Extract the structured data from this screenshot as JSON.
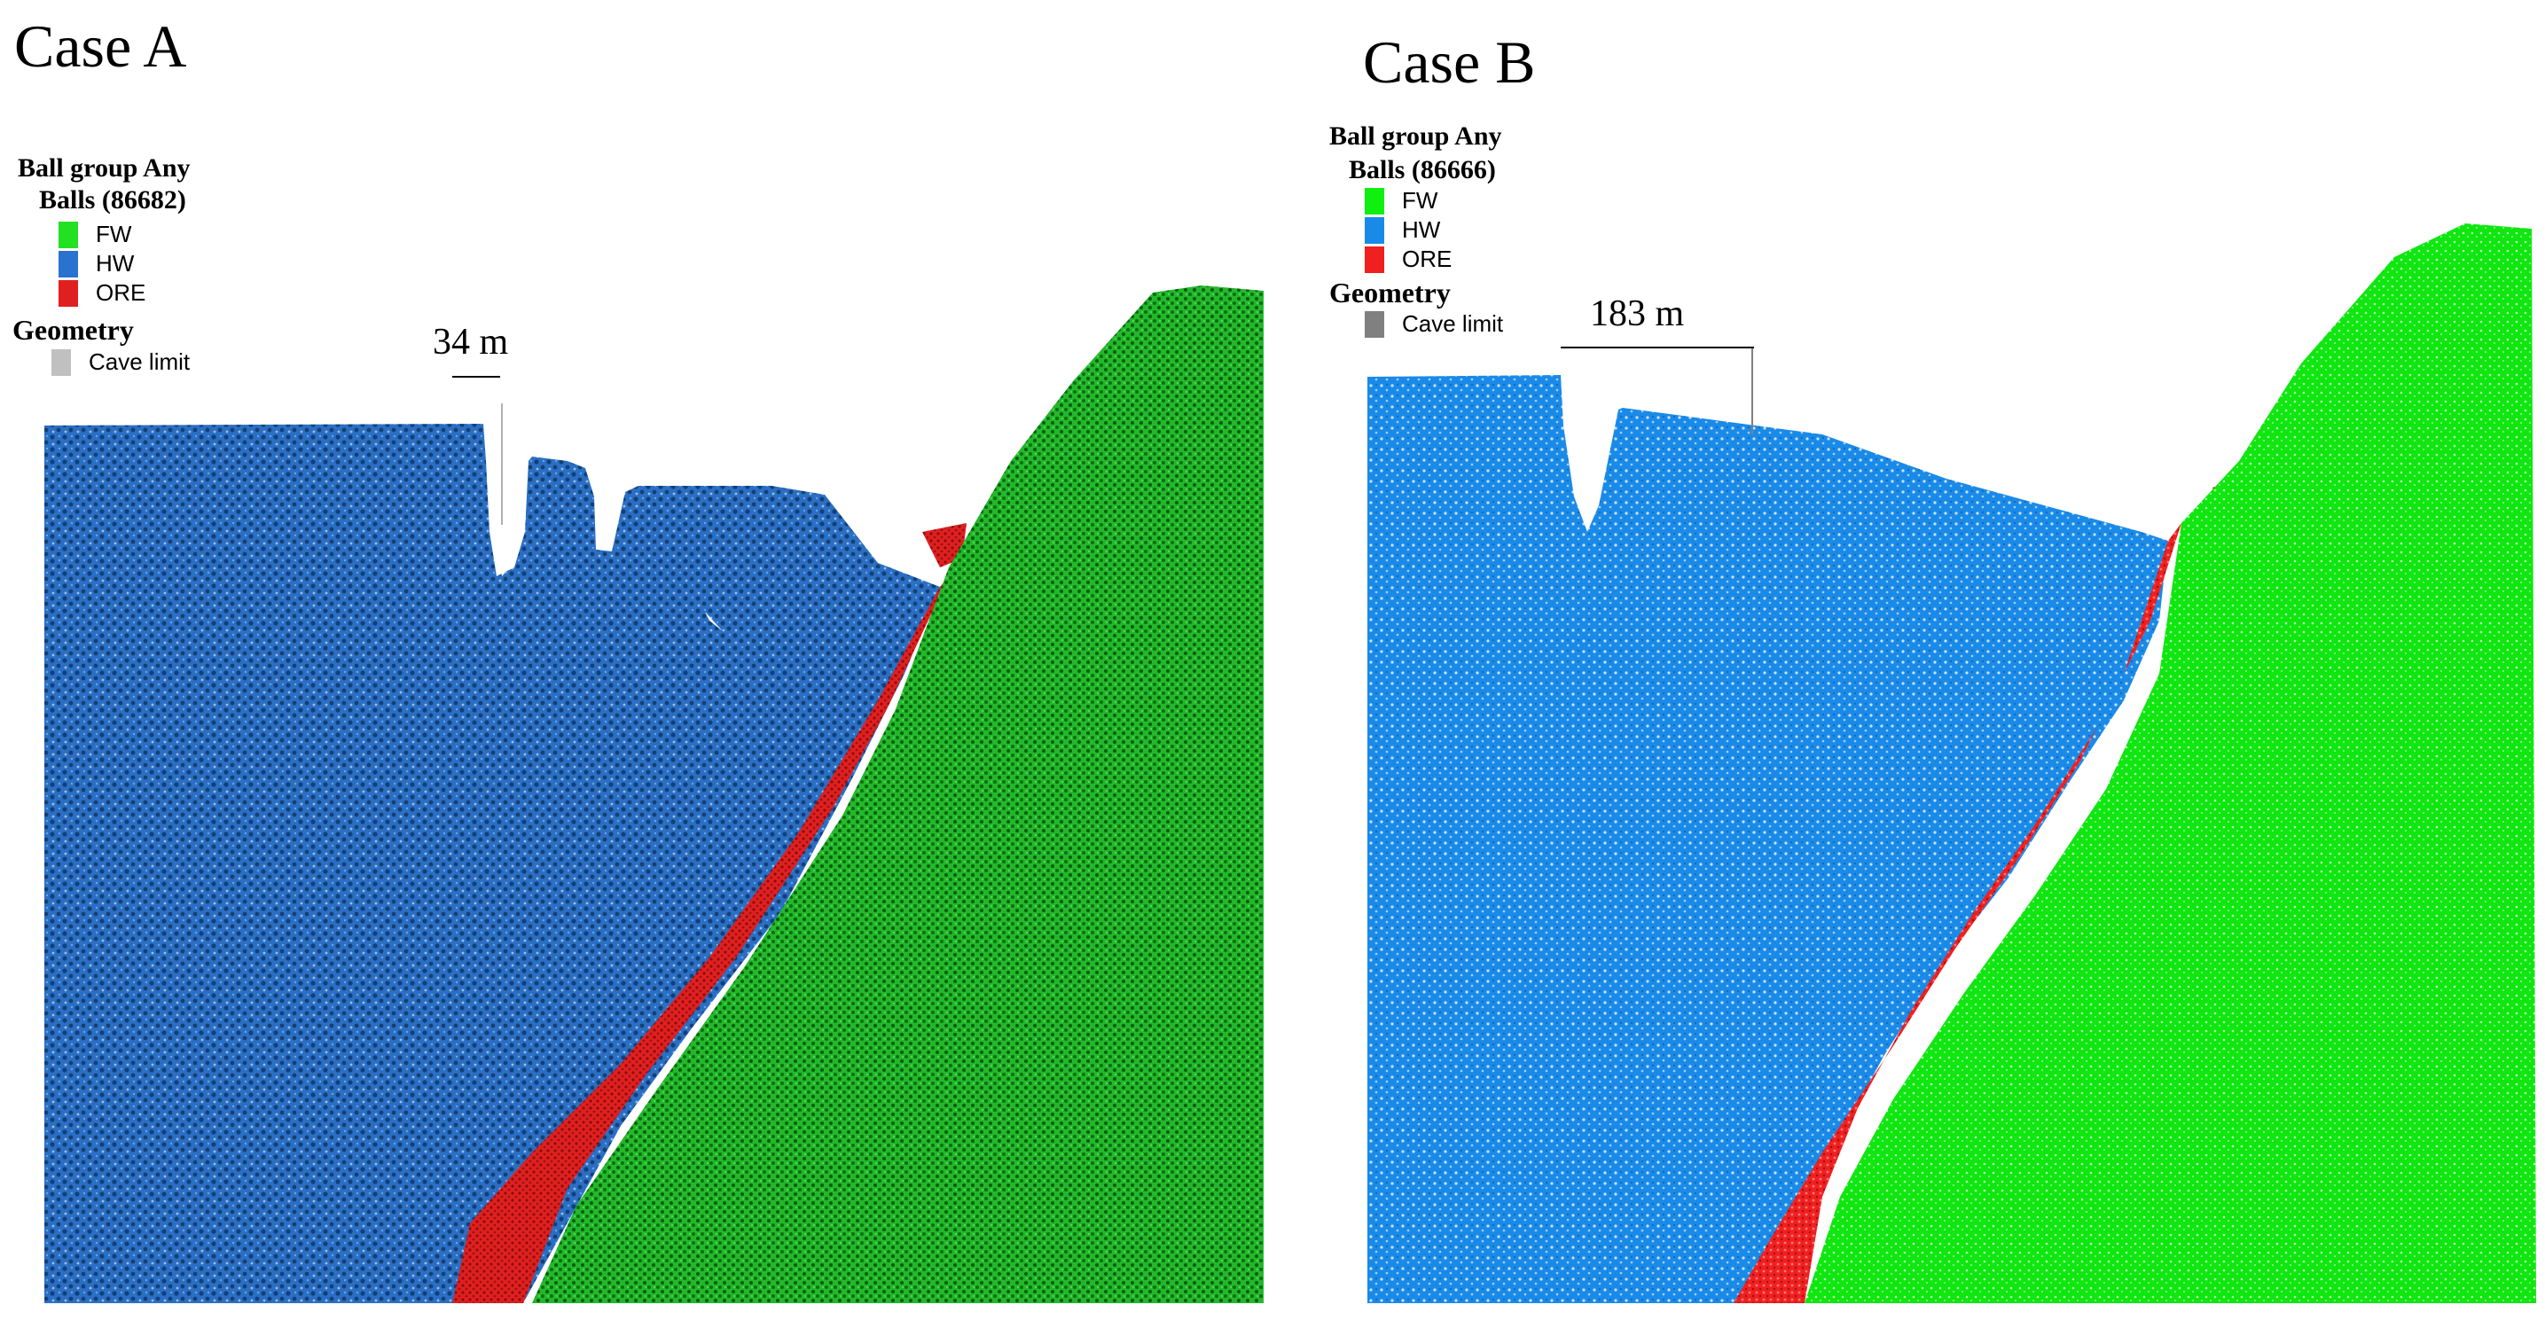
{
  "colors": {
    "fw": "#22b82a",
    "fw_dark": "#0e6e12",
    "fw_b": "#10e610",
    "hw": "#2a6fc4",
    "hw_dark": "#123f78",
    "hw_b": "#1a8ae8",
    "ore": "#e02020",
    "cave_limit_a": "#c0c0c0",
    "cave_limit_b": "#808080"
  },
  "case_a": {
    "title": "Case A",
    "legend": {
      "title_line1": "Ball group Any",
      "title_line2": "Balls (86682)",
      "items": [
        {
          "label": "FW",
          "color": "#22e022"
        },
        {
          "label": "HW",
          "color": "#2a72d0"
        },
        {
          "label": "ORE",
          "color": "#e02020"
        }
      ],
      "geometry_title": "Geometry",
      "geometry_item": "Cave limit"
    },
    "scale_label": "34 m"
  },
  "case_b": {
    "title": "Case B",
    "legend": {
      "title_line1": "Ball group Any",
      "title_line2": "Balls (86666)",
      "items": [
        {
          "label": "FW",
          "color": "#10f010"
        },
        {
          "label": "HW",
          "color": "#1a8ae8"
        },
        {
          "label": "ORE",
          "color": "#f02020"
        }
      ],
      "geometry_title": "Geometry",
      "geometry_item": "Cave limit"
    },
    "scale_label": "183 m"
  }
}
